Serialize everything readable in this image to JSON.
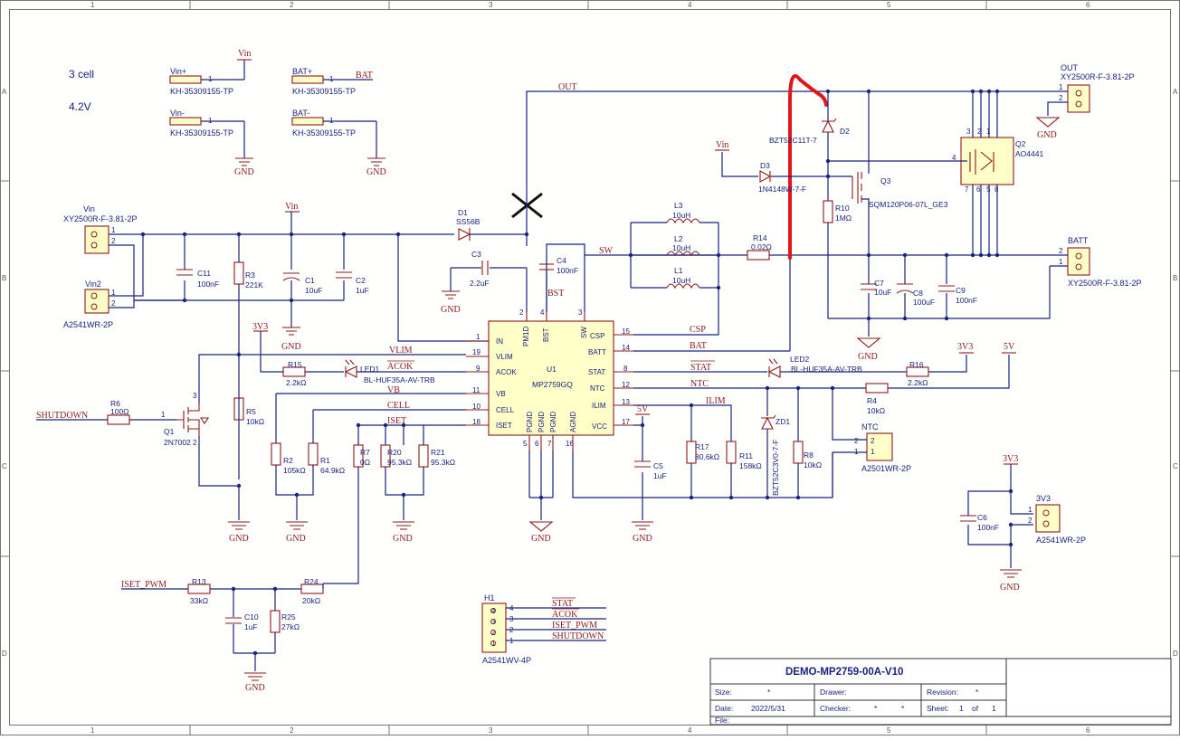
{
  "notes": {
    "cells": "3 cell",
    "voltage": "4.2V"
  },
  "border": {
    "cols": [
      "1",
      "2",
      "3",
      "4",
      "5",
      "6"
    ],
    "rows": [
      "A",
      "B",
      "C",
      "D"
    ]
  },
  "nets": {
    "vin": "Vin",
    "bat": "BAT",
    "gnd": "GND",
    "out": "OUT",
    "sw": "SW",
    "bst": "BST",
    "csp": "CSP",
    "batt_net": "BAT",
    "vlim": "VLIM",
    "acok": "ACOK",
    "vb": "VB",
    "cell": "CELL",
    "iset": "ISET",
    "stat": "STAT",
    "ntc": "NTC",
    "ilim": "ILIM",
    "five_v": "5V",
    "three_v3": "3V3",
    "shutdown": "SHUTDOWN",
    "iset_pwm": "ISET_PWM"
  },
  "connectors": {
    "vin_plus": "Vin+",
    "bat_plus": "BAT+",
    "vin_minus": "Vin-",
    "bat_minus": "BAT-",
    "kh": "KH-35309155-TP",
    "xy": "XY2500R-F-3.81-2P",
    "a2541": "A2541WR-2P",
    "vin_conn": "Vin",
    "vin2_conn": "Vin2",
    "out_conn": "OUT",
    "batt_conn": "BATT",
    "ntc_conn": "NTC",
    "a2501": "A2501WR-2P",
    "v3_conn": "3V3",
    "h1": "H1",
    "h1_part": "A2541WV-4P",
    "h1_nets": [
      "STAT",
      "ACOK",
      "ISET_PWM",
      "SHUTDOWN"
    ]
  },
  "parts": {
    "u1": "U1",
    "u1_part": "MP2759GQ",
    "d1": "D1",
    "d1_part": "SS56B",
    "d2": "D2",
    "d2_part": "BZT52C11T-7",
    "d3": "D3",
    "d3_part": "1N4148W-7-F",
    "q1": "Q1",
    "q1_part": "2N7002",
    "q2": "Q2",
    "q2_part": "AO4441",
    "q3": "Q3",
    "q3_part": "SQM120P06-07L_GE3",
    "zd1": "ZD1",
    "zd1_part": "BZT52C3V0-7-F",
    "led1": "LED1",
    "led1_part": "BL-HUF35A-AV-TRB",
    "led2": "LED2",
    "led2_part": "BL-HUF35A-AV-TRB",
    "l1": "L1",
    "l2": "L2",
    "l3": "L3",
    "l_val": "10uH",
    "r14": "R14",
    "r14_val": "0.02Ω",
    "c11": "C11",
    "c11_val": "100nF",
    "r3": "R3",
    "r3_val": "221K",
    "c1": "C1",
    "c1_val": "10uF",
    "c2": "C2",
    "c2_val": "1uF",
    "c3": "C3",
    "c3_val": "2.2uF",
    "c4": "C4",
    "c4_val": "100nF",
    "c7": "C7",
    "c7_val": "10uF",
    "c8": "C8",
    "c8_val": "100uF",
    "c9": "C9",
    "c9_val": "100nF",
    "r10": "R10",
    "r10_val": "1MΩ",
    "r15": "R15",
    "r15_val": "2.2kΩ",
    "r16": "R16",
    "r16_val": "2.2kΩ",
    "r4": "R4",
    "r4_val": "10kΩ",
    "r6": "R6",
    "r6_val": "100Ω",
    "r5": "R5",
    "r5_val": "10kΩ",
    "r2": "R2",
    "r2_val": "105kΩ",
    "r1": "R1",
    "r1_val": "64.9kΩ",
    "r7": "R7",
    "r7_val": "0Ω",
    "r20": "R20",
    "r20_val": "95.3kΩ",
    "r21": "R21",
    "r21_val": "95.3kΩ",
    "c5": "C5",
    "c5_val": "1uF",
    "r17": "R17",
    "r17_val": "80.6kΩ",
    "r11": "R11",
    "r11_val": "158kΩ",
    "r8": "R8",
    "r8_val": "10kΩ",
    "r13": "R13",
    "r13_val": "33kΩ",
    "r24": "R24",
    "r24_val": "20kΩ",
    "c10": "C10",
    "c10_val": "1uF",
    "r25": "R25",
    "r25_val": "27kΩ",
    "c6": "C6",
    "c6_val": "100nF"
  },
  "u1_pins": {
    "left": [
      "IN",
      "VLIM",
      "ACOK",
      "VB",
      "CELL",
      "ISET"
    ],
    "left_nums": [
      "1",
      "19",
      "9",
      "11",
      "10",
      "18"
    ],
    "right": [
      "CSP",
      "BATT",
      "STAT",
      "NTC",
      "ILIM",
      "VCC"
    ],
    "right_nums": [
      "15",
      "14",
      "8",
      "12",
      "13",
      "17"
    ],
    "top": [
      "PM1D",
      "BST",
      "SW"
    ],
    "top_nums": [
      "2",
      "4",
      "3"
    ],
    "bottom": [
      "PGND",
      "PGND",
      "PGND",
      "AGND"
    ],
    "bottom_nums": [
      "5",
      "6",
      "7",
      "16"
    ]
  },
  "title_block": {
    "title": "DEMO-MP2759-00A-V10",
    "size_label": "Size:",
    "size_val": "*",
    "drawer_label": "Drawer:",
    "revision_label": "Revision:",
    "revision_val": "*",
    "date_label": "Date:",
    "date_val": "2022/5/31",
    "checker_label": "Checker:",
    "checker_val": "*",
    "sheet_label": "Sheet:",
    "sheet_val": "1",
    "of_label": "of",
    "sheet_total": "1",
    "file_label": "File:"
  },
  "colors": {
    "wire": "#1a237e",
    "component": "#8b1a1a",
    "markup": "#e0161b",
    "body_fill": "#ffffc8"
  }
}
